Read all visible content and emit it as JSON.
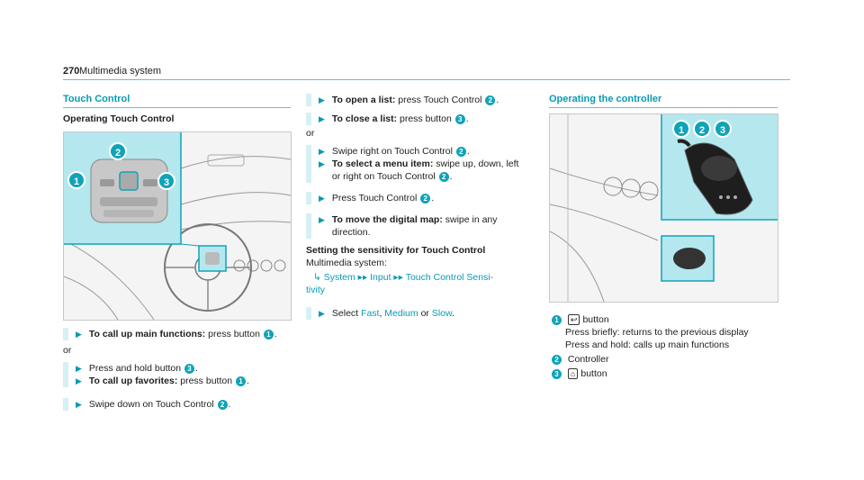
{
  "header": {
    "page_number": "270",
    "title": "Multimedia system"
  },
  "left": {
    "section_title": "Touch Control",
    "subsection_title": "Operating Touch Control",
    "steps": [
      {
        "bold": "To call up main functions:",
        "text": " press button ",
        "num": "1",
        "after": "."
      },
      {
        "or": "or"
      },
      {
        "text": "Press and hold button ",
        "num": "3",
        "after": "."
      },
      {
        "bold": "To call up favorites:",
        "text": " press button ",
        "num": "1",
        "after": "."
      },
      {
        "text": "Swipe down on Touch Control ",
        "num": "2",
        "after": "."
      }
    ]
  },
  "middle": {
    "steps": [
      {
        "bold": "To open a list:",
        "text": " press Touch Control ",
        "num": "2",
        "after": "."
      },
      {
        "bold": "To close a list:",
        "text": " press button ",
        "num": "3",
        "after": "."
      },
      {
        "or": "or"
      },
      {
        "text": "Swipe right on Touch Control ",
        "num": "2",
        "after": "."
      },
      {
        "bold": "To select a menu item:",
        "text": " swipe up, down, left",
        "text2": "or right on Touch Control ",
        "num": "2",
        "after": "."
      },
      {
        "text": "Press Touch Control ",
        "num": "2",
        "after": "."
      },
      {
        "bold": "To move the digital map:",
        "text": " swipe in any",
        "text2": "direction."
      }
    ],
    "sensitivity_heading": "Setting the sensitivity for Touch Control",
    "sensitivity_intro": "Multimedia system:",
    "menu_path": [
      "System",
      "Input",
      "Touch Control Sensi-",
      "tivity"
    ],
    "select_prefix": "Select ",
    "select_options": [
      "Fast",
      "Medium",
      "Slow"
    ],
    "select_sep": ", ",
    "select_or": " or ",
    "select_end": "."
  },
  "right": {
    "section_title": "Operating the controller",
    "legend": [
      {
        "num": "1",
        "icon": "↩",
        "label": "button",
        "lines": [
          "Press briefly: returns to the previous display",
          "Press and hold: calls up main functions"
        ]
      },
      {
        "num": "2",
        "label": "Controller"
      },
      {
        "num": "3",
        "icon": "⌂",
        "label": "button"
      }
    ]
  },
  "figure_callouts": {
    "left": [
      "1",
      "2",
      "3"
    ],
    "right": [
      "1",
      "2",
      "3"
    ]
  },
  "colors": {
    "accent": "#0fa3b8",
    "accent_text": "#0a9bb3",
    "highlight_panel": "#b4e8ee"
  }
}
